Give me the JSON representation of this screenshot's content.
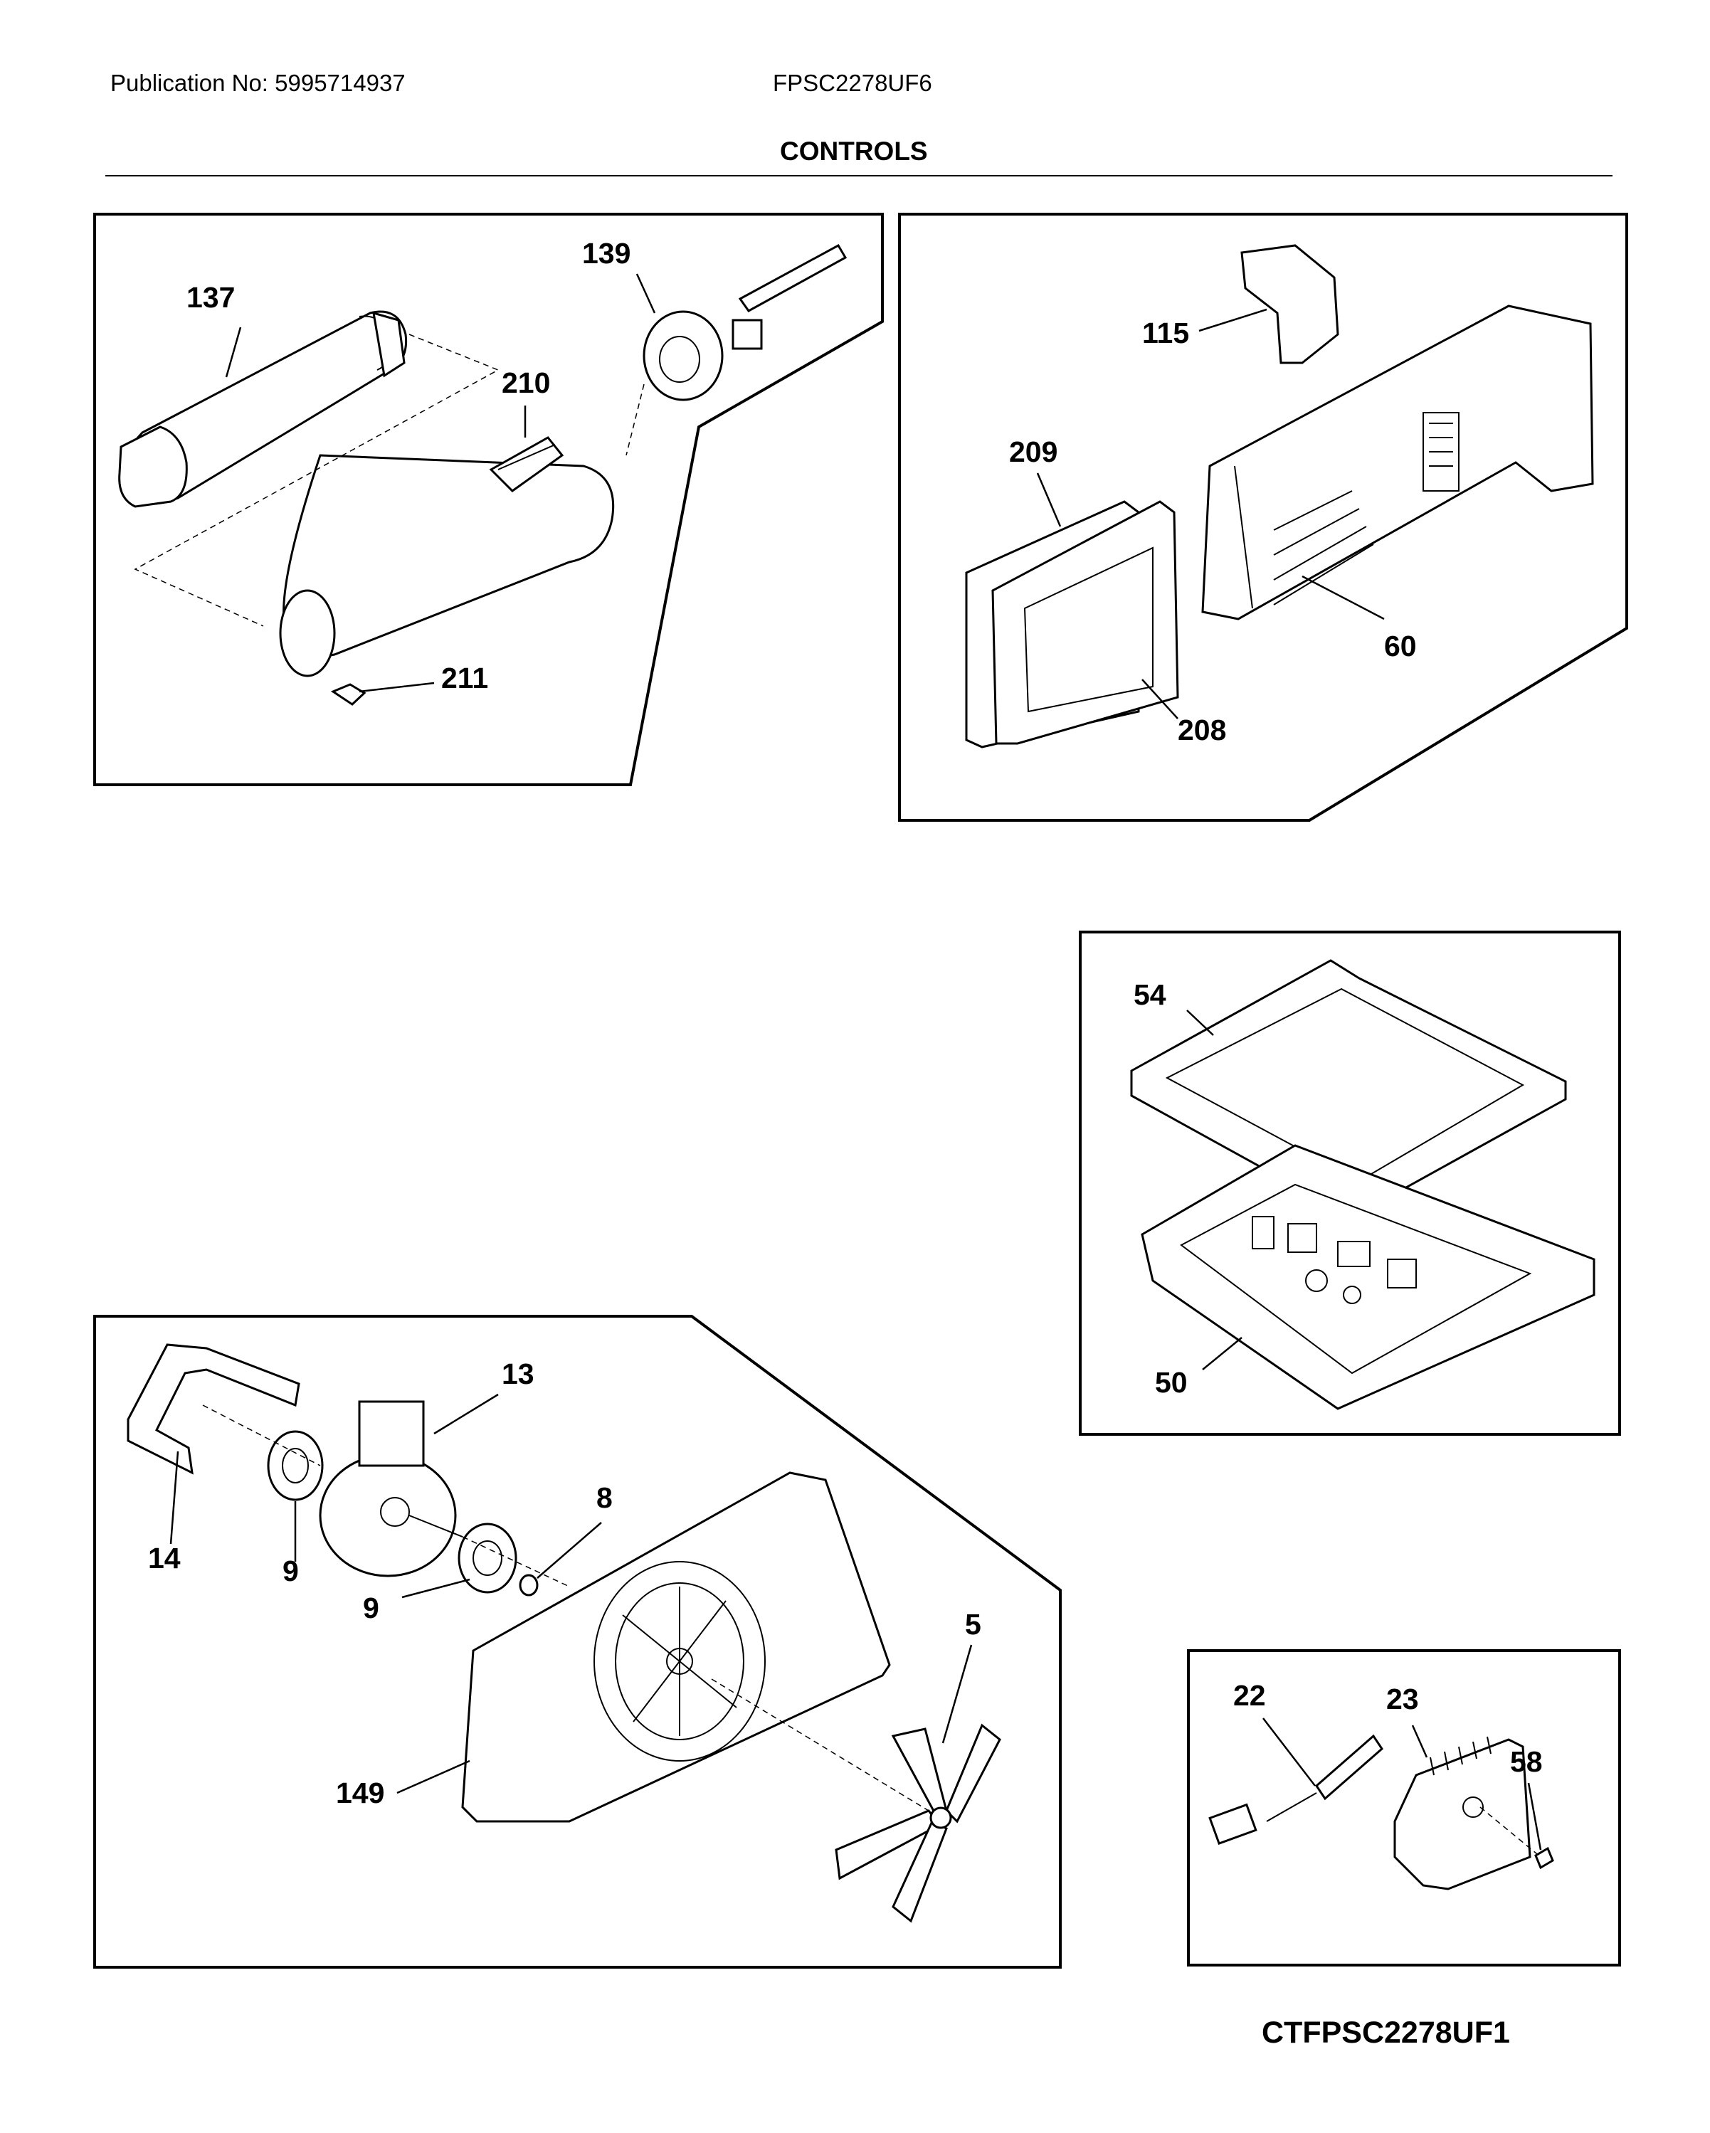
{
  "header": {
    "publication": "Publication No: 5995714937",
    "model": "FPSC2278UF6",
    "section_title": "CONTROLS"
  },
  "footer": {
    "diagram_code": "CTFPSC2278UF1"
  },
  "callouts": {
    "p137": "137",
    "p139": "139",
    "p210": "210",
    "p211": "211",
    "p115": "115",
    "p209": "209",
    "p208": "208",
    "p60": "60",
    "p54": "54",
    "p50": "50",
    "p13": "13",
    "p14": "14",
    "p9a": "9",
    "p9b": "9",
    "p8": "8",
    "p5": "5",
    "p149": "149",
    "p22": "22",
    "p23": "23",
    "p58": "58"
  }
}
